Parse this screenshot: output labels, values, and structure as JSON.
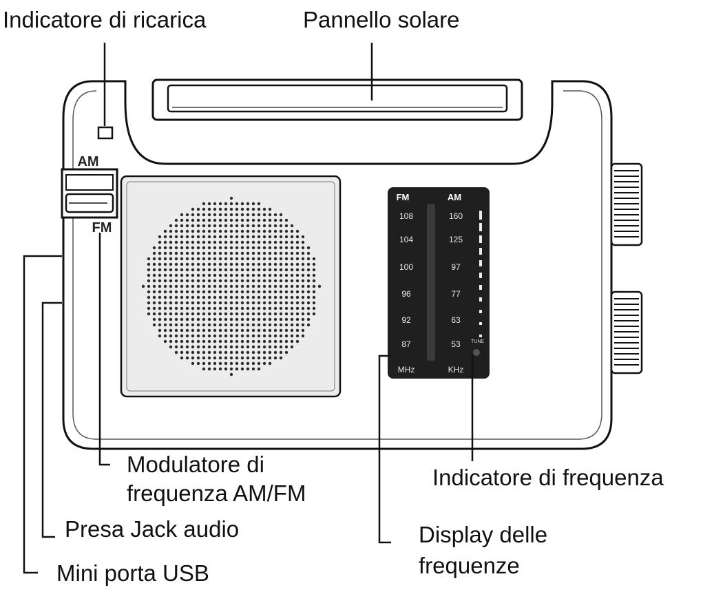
{
  "labels": {
    "charge_indicator": "Indicatore di ricarica",
    "solar_panel": "Pannello solare",
    "modulator_line1": "Modulatore di",
    "modulator_line2": "frequenza AM/FM",
    "audio_jack": "Presa Jack audio",
    "mini_usb": "Mini porta USB",
    "freq_indicator": "Indicatore di frequenza",
    "display_line1": "Display delle",
    "display_line2": "frequenze"
  },
  "switch": {
    "am": "AM",
    "fm": "FM"
  },
  "dial": {
    "fm_header": "FM",
    "am_header": "AM",
    "fm_values": [
      "108",
      "104",
      "100",
      "96",
      "92",
      "87"
    ],
    "am_values": [
      "160",
      "125",
      "97",
      "77",
      "63",
      "53"
    ],
    "fm_unit": "MHz",
    "am_unit": "KHz",
    "tune": "TUNE"
  },
  "colors": {
    "ink": "#111111",
    "panel": "#1f1f1f",
    "grille": "#e6e6e6"
  }
}
